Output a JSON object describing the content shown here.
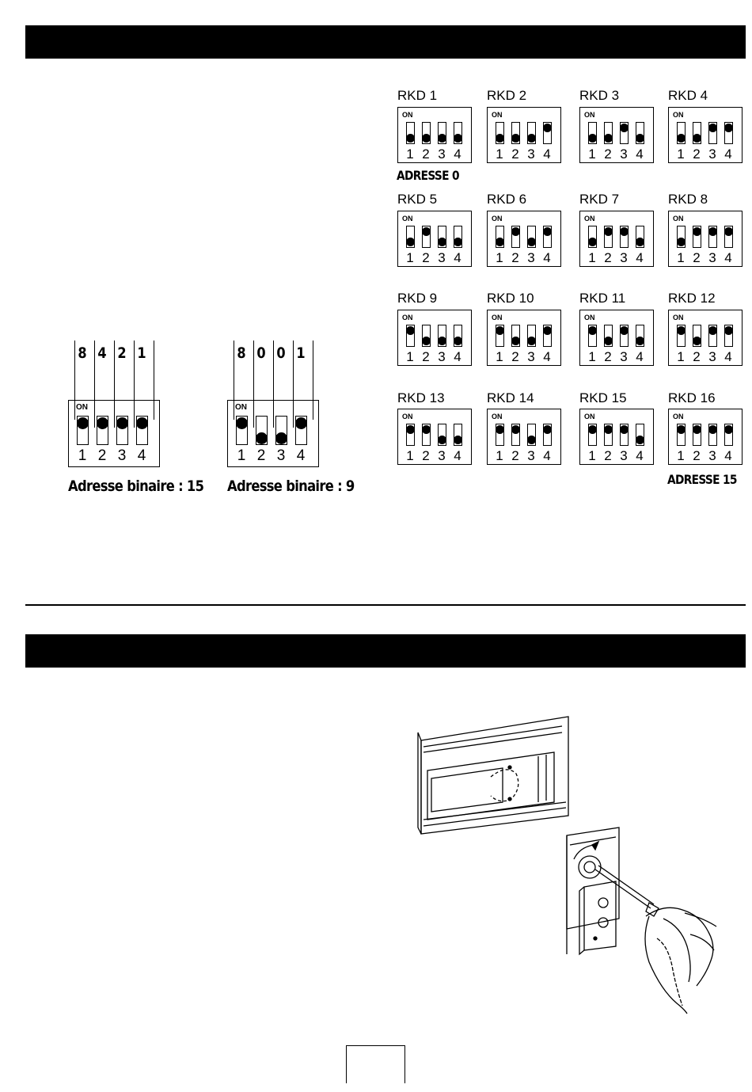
{
  "section1": {
    "examples": [
      {
        "weights": [
          "8",
          "4",
          "2",
          "1"
        ],
        "switches": [
          "on",
          "on",
          "on",
          "on"
        ],
        "on_label": "ON",
        "numbers": [
          "1",
          "2",
          "3",
          "4"
        ],
        "caption": "Adresse binaire : 15"
      },
      {
        "weights": [
          "8",
          "0",
          "0",
          "1"
        ],
        "switches": [
          "on",
          "off",
          "off",
          "on"
        ],
        "on_label": "ON",
        "numbers": [
          "1",
          "2",
          "3",
          "4"
        ],
        "caption": "Adresse binaire : 9"
      }
    ],
    "rkd": [
      {
        "title": "RKD 1",
        "switches": [
          "off",
          "off",
          "off",
          "off"
        ]
      },
      {
        "title": "RKD 2",
        "switches": [
          "off",
          "off",
          "off",
          "on"
        ]
      },
      {
        "title": "RKD 3",
        "switches": [
          "off",
          "off",
          "on",
          "off"
        ]
      },
      {
        "title": "RKD 4",
        "switches": [
          "off",
          "off",
          "on",
          "on"
        ]
      },
      {
        "title": "RKD 5",
        "switches": [
          "off",
          "on",
          "off",
          "off"
        ]
      },
      {
        "title": "RKD 6",
        "switches": [
          "off",
          "on",
          "off",
          "on"
        ]
      },
      {
        "title": "RKD 7",
        "switches": [
          "off",
          "on",
          "on",
          "off"
        ]
      },
      {
        "title": "RKD 8",
        "switches": [
          "off",
          "on",
          "on",
          "on"
        ]
      },
      {
        "title": "RKD 9",
        "switches": [
          "on",
          "off",
          "off",
          "off"
        ]
      },
      {
        "title": "RKD 10",
        "switches": [
          "on",
          "off",
          "off",
          "on"
        ]
      },
      {
        "title": "RKD 11",
        "switches": [
          "on",
          "off",
          "on",
          "off"
        ]
      },
      {
        "title": "RKD 12",
        "switches": [
          "on",
          "off",
          "on",
          "on"
        ]
      },
      {
        "title": "RKD 13",
        "switches": [
          "on",
          "on",
          "off",
          "off"
        ]
      },
      {
        "title": "RKD 14",
        "switches": [
          "on",
          "on",
          "off",
          "on"
        ]
      },
      {
        "title": "RKD 15",
        "switches": [
          "on",
          "on",
          "on",
          "off"
        ]
      },
      {
        "title": "RKD 16",
        "switches": [
          "on",
          "on",
          "on",
          "on"
        ]
      }
    ],
    "dip_on_label": "ON",
    "dip_numbers": [
      "1",
      "2",
      "3",
      "4"
    ],
    "address_first": "ADRESSE 0",
    "address_last": "ADRESSE 15"
  },
  "section2": {
    "illustration": "screwdriver-adjustment-drawing"
  }
}
